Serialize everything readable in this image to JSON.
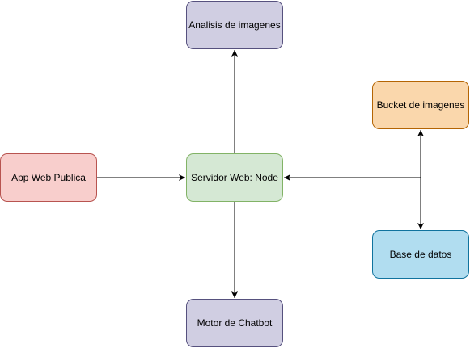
{
  "nodes": {
    "analisis": "Analisis de imagenes",
    "servidor": "Servidor Web: Node",
    "app": "App Web Publica",
    "motor": "Motor de Chatbot",
    "bucket": "Bucket de imagenes",
    "base": "Base de datos"
  },
  "colors": {
    "purple_fill": "#d0cee2",
    "green_fill": "#d5e8d4",
    "red_fill": "#f8cecc",
    "orange_fill": "#fad7ac",
    "blue_fill": "#b1ddf0"
  },
  "edges": [
    {
      "from": "servidor",
      "to": "analisis"
    },
    {
      "from": "app",
      "to": "servidor"
    },
    {
      "from": "servidor",
      "to": "motor"
    },
    {
      "from": "junction",
      "to": "servidor"
    },
    {
      "from": "junction",
      "to": "bucket"
    },
    {
      "from": "junction",
      "to": "base"
    }
  ]
}
